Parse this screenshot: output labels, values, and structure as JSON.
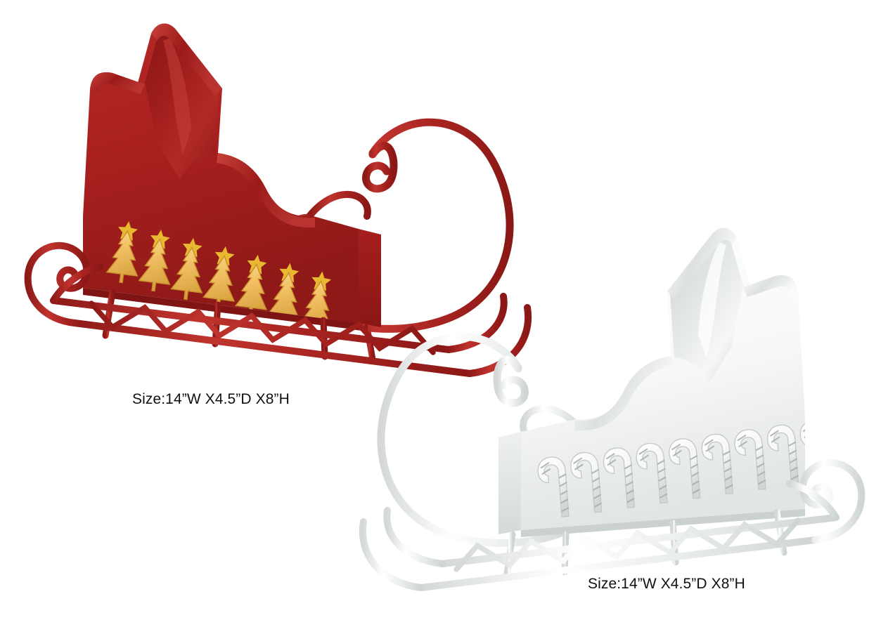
{
  "scene": {
    "background_color": "#ffffff",
    "product_name": "decorative-metal-sleigh",
    "variant_count": 2
  },
  "products": [
    {
      "id": "red-sleigh",
      "color_name": "red",
      "body_color": "#A8201E",
      "body_color_dark": "#7E1514",
      "body_color_light": "#C0352F",
      "frame_color": "#B22222",
      "motif": "christmas-tree",
      "motif_count": 7,
      "motif_color": "#F0C060",
      "motif_color_dark": "#D9A23F",
      "motif_star_color": "#E8B930",
      "size_label": "Size:14”W X4.5”D X8”H",
      "runner_style": "scrolled-spiral",
      "lattice_style": "zigzag-truss"
    },
    {
      "id": "white-sleigh",
      "color_name": "white",
      "body_color": "#FAFAFA",
      "body_color_dark": "#C9CDCE",
      "body_color_light": "#FFFFFF",
      "frame_color": "#F2F2F2",
      "motif": "candy-cane",
      "motif_count": 9,
      "motif_color": "#FBFBFB",
      "motif_color_dark": "#BFC4C2",
      "size_label": "Size:14”W X4.5”D X8”H",
      "runner_style": "scrolled-spiral",
      "lattice_style": "zigzag-truss"
    }
  ],
  "labels": {
    "red_size": "Size:14”W X4.5”D X8”H",
    "white_size": "Size:14”W X4.5”D X8”H"
  }
}
